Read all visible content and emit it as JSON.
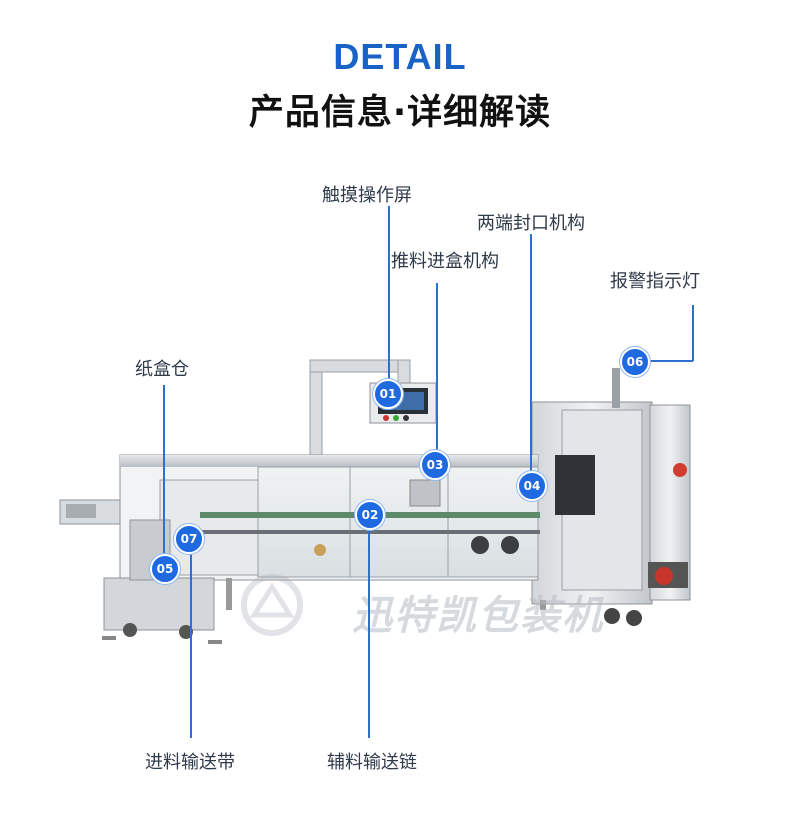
{
  "header": {
    "title_en": "DETAIL",
    "title_cn": "产品信息·详细解读"
  },
  "callouts": [
    {
      "num": "01",
      "label": "触摸操作屏"
    },
    {
      "num": "02",
      "label": "辅料输送链"
    },
    {
      "num": "03",
      "label": "推料进盒机构"
    },
    {
      "num": "04",
      "label": "两端封口机构"
    },
    {
      "num": "05",
      "label": "纸盒仓"
    },
    {
      "num": "06",
      "label": "报警指示灯"
    },
    {
      "num": "07",
      "label": "进料输送带"
    }
  ],
  "watermark": {
    "text": "迅特凯包装机"
  },
  "colors": {
    "accent": "#1a63c6",
    "dot": "#1f6ae0",
    "line": "#2f6fd0"
  }
}
